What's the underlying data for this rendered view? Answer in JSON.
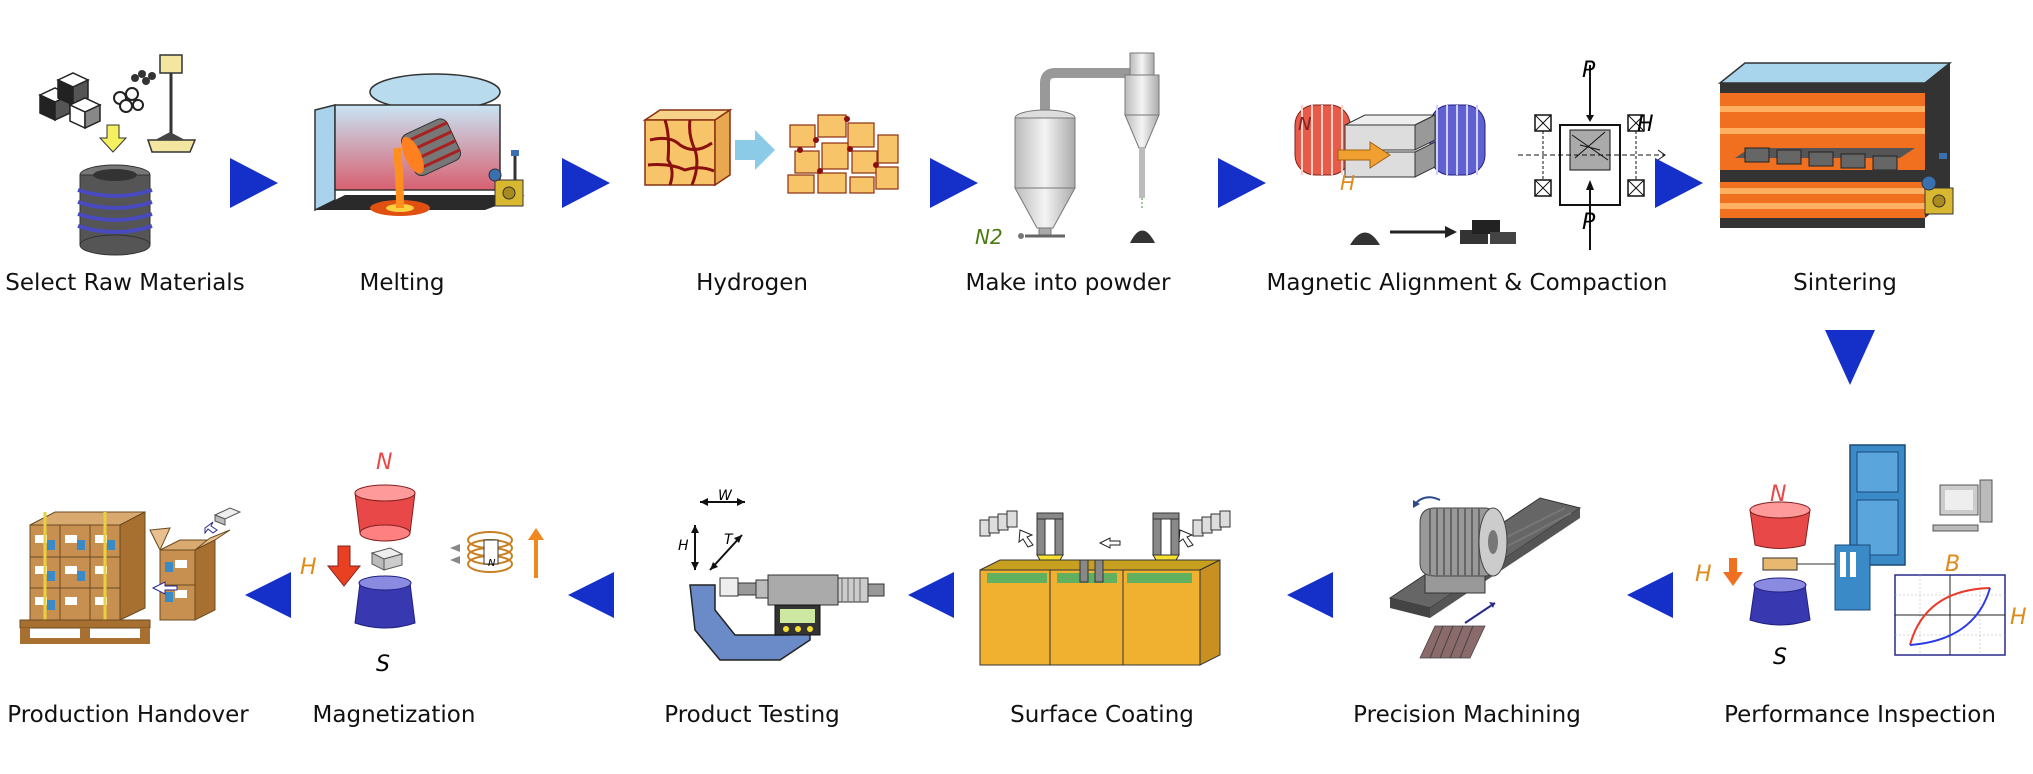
{
  "steps": [
    {
      "id": 1,
      "label": "Select Raw Materials"
    },
    {
      "id": 2,
      "label": "Melting"
    },
    {
      "id": 3,
      "label": "Hydrogen"
    },
    {
      "id": 4,
      "label": "Make into powder"
    },
    {
      "id": 5,
      "label": "Magnetic Alignment & Compaction"
    },
    {
      "id": 6,
      "label": "Sintering"
    },
    {
      "id": 7,
      "label": "Performance Inspection"
    },
    {
      "id": 8,
      "label": "Precision Machining"
    },
    {
      "id": 9,
      "label": "Surface Coating"
    },
    {
      "id": 10,
      "label": "Product Testing"
    },
    {
      "id": 11,
      "label": "Magnetization"
    },
    {
      "id": 12,
      "label": "Production Handover"
    }
  ],
  "annotations": {
    "n2": "N2",
    "p_top": "P",
    "p_bottom": "P",
    "h_field": "H",
    "h_press": "H",
    "n_inspect": "N",
    "s_inspect": "S",
    "h_inspect": "H",
    "b_curve": "B",
    "h_curve": "H",
    "w_dim": "W",
    "h_dim": "H",
    "t_dim": "T",
    "n_mag": "N",
    "s_mag": "S",
    "h_mag": "H",
    "n_coil": "N"
  },
  "colors": {
    "flow_arrow": "#1530c8",
    "magnet_n": "#e84848",
    "magnet_s": "#3838b0",
    "field_h": "#e08a1a",
    "coating_tank": "#f0b030",
    "n2_label": "#4a7a10"
  },
  "icons": [
    "ingot-icon",
    "induction-furnace-icon",
    "hydrogen-cell-icon",
    "jet-mill-icon",
    "press-icon",
    "sintering-furnace-icon",
    "hysteresis-tester-icon",
    "grinder-icon",
    "coating-bath-icon",
    "micrometer-icon",
    "magnetizer-icon",
    "pallet-icon"
  ]
}
